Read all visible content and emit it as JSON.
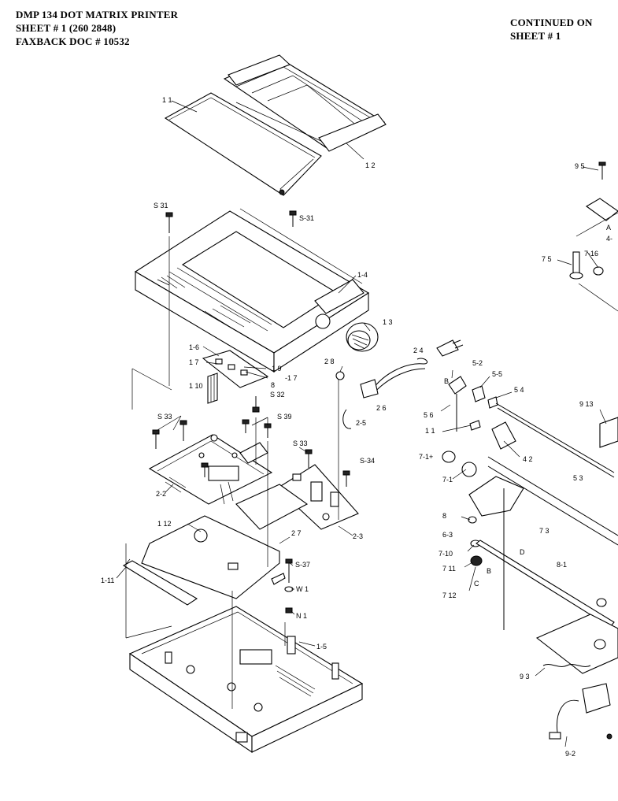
{
  "header": {
    "line1": "DMP 134 DOT MATRIX PRINTER",
    "line2": "SHEET # 1  (260 2848)",
    "line3": "FAXBACK DOC # 10532"
  },
  "continued": {
    "line1": "CONTINUED ON",
    "line2": "SHEET # 1"
  },
  "labels": {
    "l_1_1": "1 1",
    "l_1_2": "1 2",
    "l_s31a": "S 31",
    "l_s31b": "S-31",
    "l_1_4": "1-4",
    "l_1_3": "1 3",
    "l_1_6": "1-6",
    "l_1_7a": "1 7",
    "l_1_9": "1 9",
    "l_1_7b": "-1 7",
    "l_1_8": "8",
    "l_1_10": "1 10",
    "l_s32": "S 32",
    "l_s33a": "S 33",
    "l_s39": "S 39",
    "l_s33b": "S 33",
    "l_s34": "S-34",
    "l_2_2": "2-2",
    "l_2_7": "2 7",
    "l_2_3": "2-3",
    "l_1_12": "1 12",
    "l_1_11": "1-11",
    "l_s37": "S-37",
    "l_w1": "W 1",
    "l_n1": "N 1",
    "l_1_5": "1-5",
    "l_2_8": "2 8",
    "l_2_4": "2 4",
    "l_2_6": "2 6",
    "l_2_5": "2-5",
    "l_5_2": "5-2",
    "l_B1": "B",
    "l_5_5": "5-5",
    "l_5_4": "5 4",
    "l_5_6": "5 6",
    "l_1_1b": "1 1",
    "l_4_2": "4 2",
    "l_7_1plus": "7-1+",
    "l_7_1": "7-1",
    "l_8": "8",
    "l_6_3": "6-3",
    "l_7_10": "7-10",
    "l_7_11": "7 11",
    "l_7_12": "7 12",
    "l_B2": "B",
    "l_C": "C",
    "l_D": "D",
    "l_8_1": "8-1",
    "l_7_3": "7 3",
    "l_5_3": "5 3",
    "l_9_5": "9 5",
    "l_7_5": "7 5",
    "l_7_16": "7-16",
    "l_9_13": "9 13",
    "l_9_3": "9 3",
    "l_9_2": "9-2",
    "l_A": "A",
    "l_4": "4-"
  }
}
